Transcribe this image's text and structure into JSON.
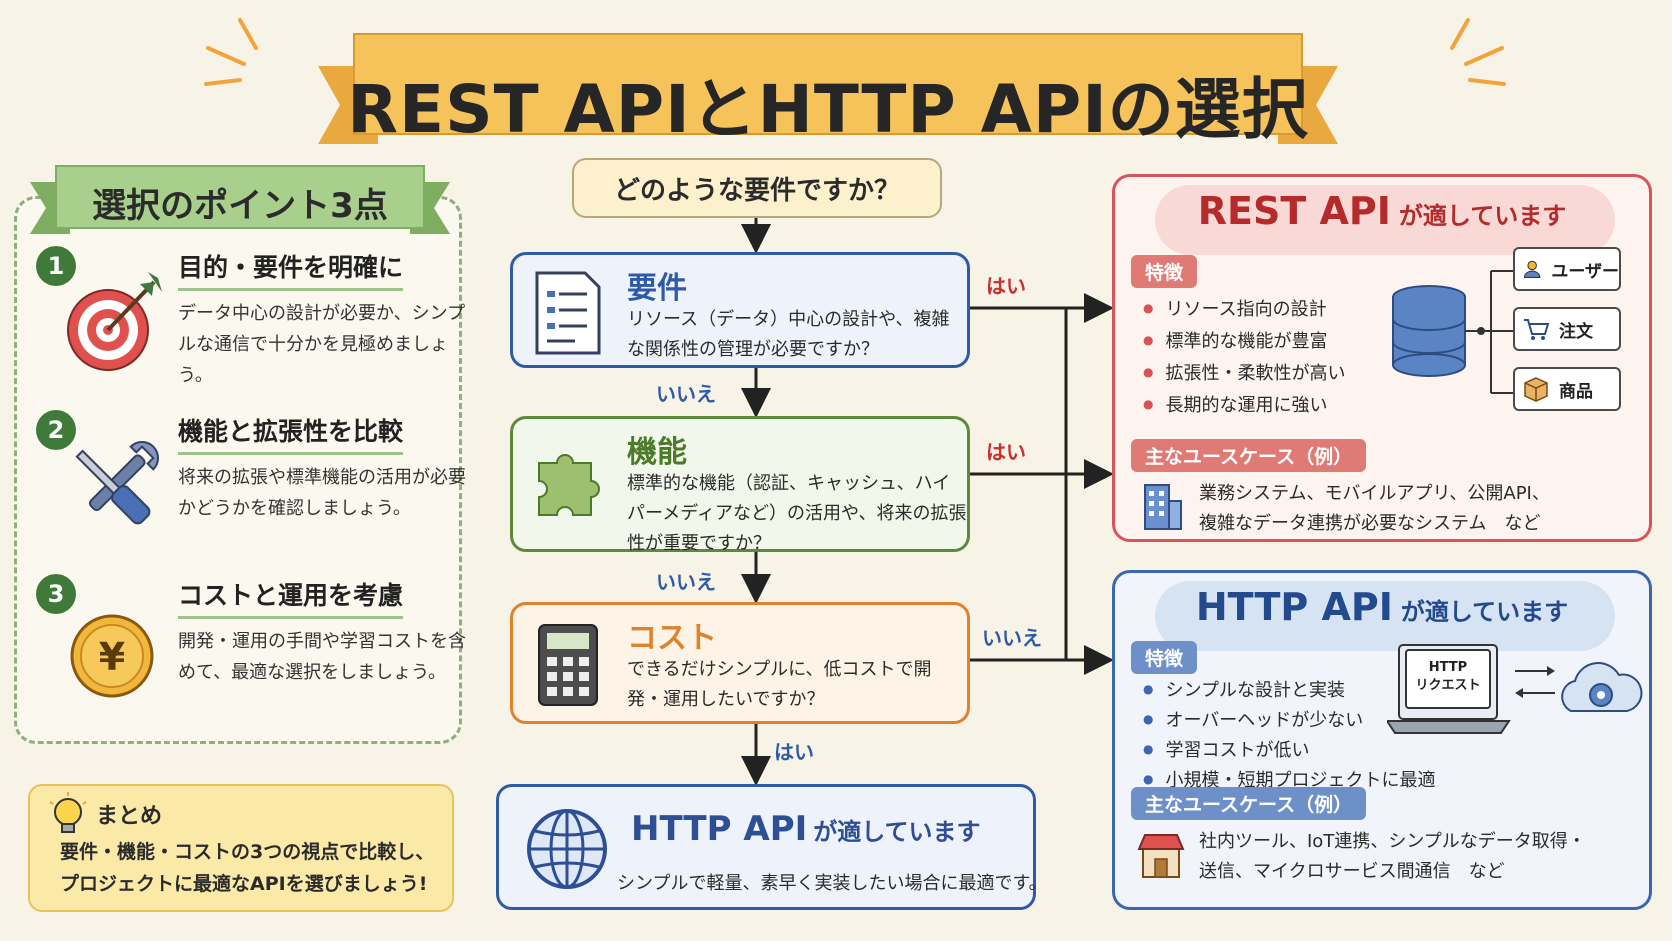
{
  "title": "REST APIとHTTP APIの選択",
  "points_panel": {
    "header": "選択のポイント3点",
    "items": [
      {
        "num": "1",
        "title": "目的・要件を明確に",
        "desc": "データ中心の設計が必要か、シンプルな通信で十分かを見極めましょう。",
        "icon": "target-icon"
      },
      {
        "num": "2",
        "title": "機能と拡張性を比較",
        "desc": "将来の拡張や標準機能の活用が必要かどうかを確認しましょう。",
        "icon": "tools-icon"
      },
      {
        "num": "3",
        "title": "コストと運用を考慮",
        "desc": "開発・運用の手間や学習コストを含めて、最適な選択をしましょう。",
        "icon": "yen-coin-icon"
      }
    ]
  },
  "summary": {
    "title": "まとめ",
    "text": "要件・機能・コストの3つの視点で比較し、プロジェクトに最適なAPIを選びましょう!"
  },
  "flow": {
    "question": "どのような要件ですか？",
    "requirement": {
      "title": "要件",
      "desc": "リソース（データ）中心の設計や、複雑な関係性の管理が必要ですか？"
    },
    "function": {
      "title": "機能",
      "desc": "標準的な機能（認証、キャッシュ、ハイパーメディアなど）の活用や、将来の拡張性が重要ですか？"
    },
    "cost": {
      "title": "コスト",
      "desc": "できるだけシンプルに、低コストで開発・運用したいですか？"
    },
    "labels": {
      "yes1": "はい",
      "no1": "いいえ",
      "yes2": "はい",
      "no2": "いいえ",
      "no3": "いいえ",
      "yes3": "はい"
    },
    "result": {
      "title": "HTTP API",
      "suffix": "が適しています",
      "desc": "シンプルで軽量、素早く実装したい場合に最適です。"
    }
  },
  "rest_panel": {
    "title": "REST API",
    "suffix": "が適しています",
    "features_tag": "特徴",
    "features": [
      "リソース指向の設計",
      "標準的な機能が豊富",
      "拡張性・柔軟性が高い",
      "長期的な運用に強い"
    ],
    "entities": [
      "ユーザー",
      "注文",
      "商品"
    ],
    "usecase_tag": "主なユースケース（例）",
    "usecase_line1": "業務システム、モバイルアプリ、公開API、",
    "usecase_line2": "複雑なデータ連携が必要なシステム　など"
  },
  "http_panel": {
    "title": "HTTP API",
    "suffix": "が適しています",
    "features_tag": "特徴",
    "features": [
      "シンプルな設計と実装",
      "オーバーヘッドが少ない",
      "学習コストが低い",
      "小規模・短期プロジェクトに最適"
    ],
    "request_label_1": "HTTP",
    "request_label_2": "リクエスト",
    "usecase_tag": "主なユースケース（例）",
    "usecase_line1": "社内ツール、IoT連携、シンプルなデータ取得・",
    "usecase_line2": "送信、マイクロサービス間通信　など"
  },
  "colors": {
    "background": "#f8f3e7",
    "title_banner": "#f6c35a",
    "left_banner": "#a9cf8c",
    "rest_accent": "#d9545a",
    "http_accent": "#3b67b0",
    "function_accent": "#5c8a3c",
    "cost_accent": "#e0812c"
  }
}
